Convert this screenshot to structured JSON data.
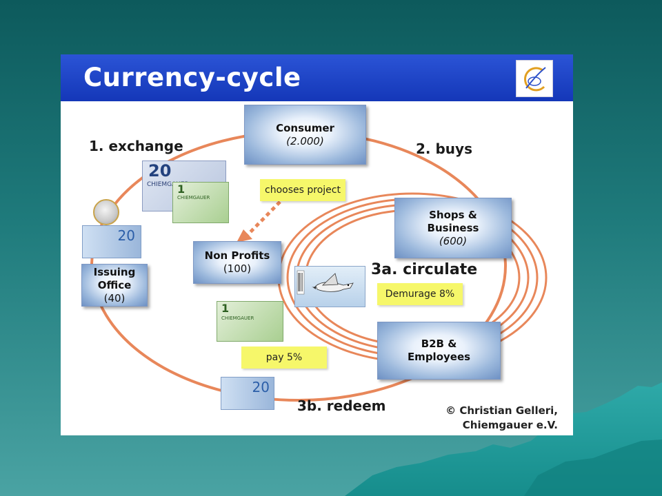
{
  "slide": {
    "title": "Currency-cycle",
    "nodes": {
      "consumer": {
        "name": "Consumer",
        "count": "(2.000)"
      },
      "shops": {
        "name_line1": "Shops &",
        "name_line2": "Business",
        "count": "(600)"
      },
      "non_profits": {
        "name": "Non Profits",
        "count": "(100)"
      },
      "issuing": {
        "name_line1": "Issuing",
        "name_line2": "Office",
        "count": "(40)"
      },
      "b2b": {
        "name_line1": "B2B &",
        "name_line2": "Employees"
      }
    },
    "steps": {
      "exchange": "1. exchange",
      "buys": "2. buys",
      "circulate": "3a. circulate",
      "redeem": "3b. redeem"
    },
    "tags": {
      "chooses_project": "chooses project",
      "demurage": "Demurage 8%",
      "pay": "pay 5%"
    },
    "bills": {
      "chiemgauer_20_value": "20",
      "chiemgauer_1_value": "1",
      "chiemgauer_brand": "CHIEMGAUER",
      "euro_20_value": "20"
    },
    "copyright_line1": "© Christian Gelleri,",
    "copyright_line2": "Chiemgauer e.V."
  },
  "colors": {
    "title_bar": "#1a3dc2",
    "cycle_line": "#e8875a",
    "tag_yellow": "#f6f76a",
    "background": "#1f7b7c"
  }
}
